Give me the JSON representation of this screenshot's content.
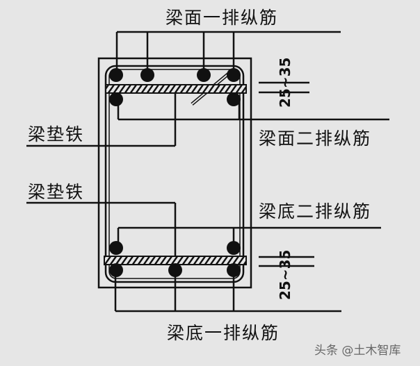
{
  "labels": {
    "top_first_row": "梁面一排纵筋",
    "top_second_row": "梁面二排纵筋",
    "spacer_top": "梁垫铁",
    "spacer_bottom": "梁垫铁",
    "bottom_second_row": "梁底二排纵筋",
    "bottom_first_row": "梁底一排纵筋"
  },
  "dimensions": {
    "top_spacing": "25~35",
    "bottom_spacing": "25~35"
  },
  "watermark": "头条 @土木智库",
  "colors": {
    "background": "#e6e6e6",
    "line": "#111111"
  }
}
